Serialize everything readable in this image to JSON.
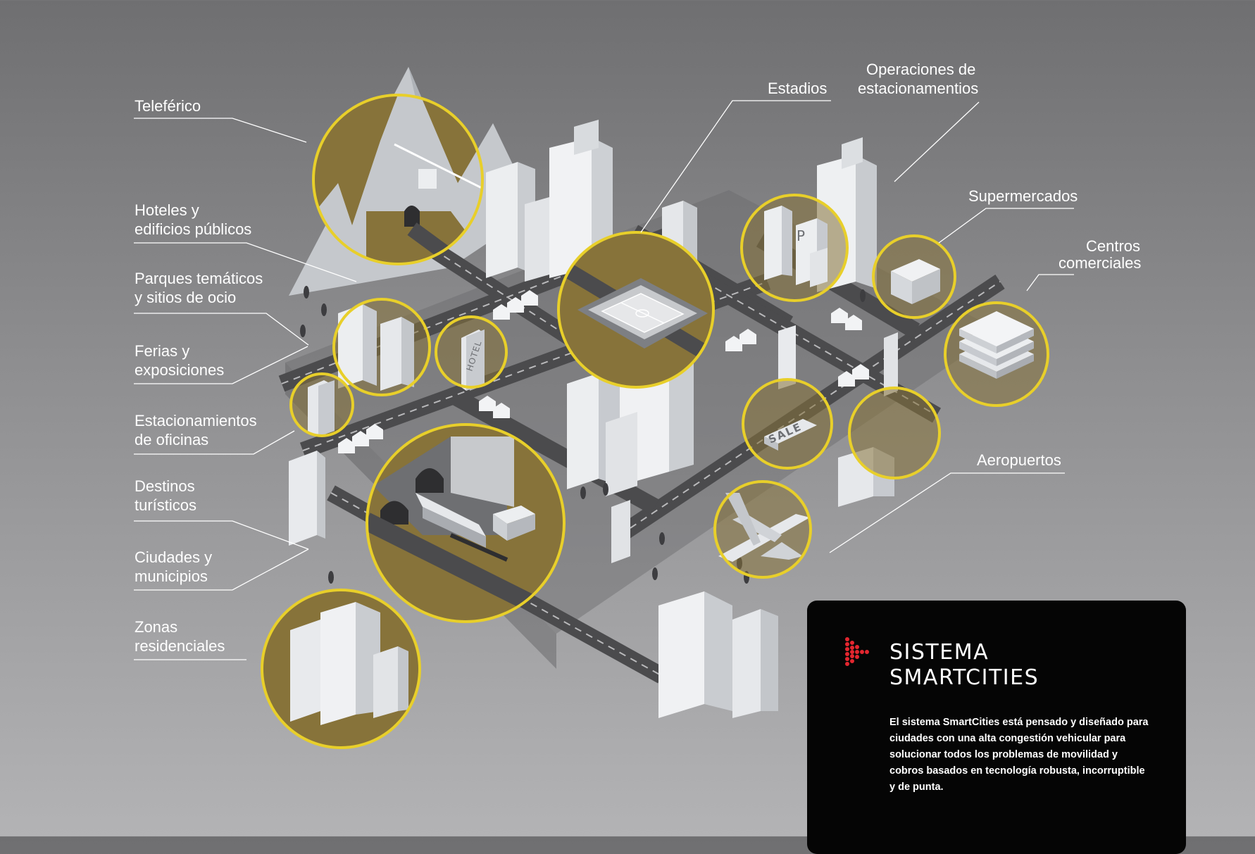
{
  "labels": {
    "teleferico": "Teleférico",
    "hoteles_l1": "Hoteles y",
    "hoteles_l2": "edificios públicos",
    "parques_l1": "Parques temáticos",
    "parques_l2": "y sitios de ocio",
    "ferias_l1": "Ferias y",
    "ferias_l2": "exposiciones",
    "estac_oficinas_l1": "Estacionamientos",
    "estac_oficinas_l2": "de oficinas",
    "destinos_l1": "Destinos",
    "destinos_l2": "turísticos",
    "ciudades_l1": "Ciudades y",
    "ciudades_l2": "municipios",
    "zonas_l1": "Zonas",
    "zonas_l2": "residenciales",
    "estadios": "Estadios",
    "operaciones_l1": "Operaciones de",
    "operaciones_l2": "estacionamentios",
    "supermercados": "Supermercados",
    "centros_l1": "Centros",
    "centros_l2": "comerciales",
    "aeropuertos": "Aeropuertos"
  },
  "scene_text": {
    "hotel_sign": "HOTEL",
    "sale_sign": "SALE",
    "parking_sign": "P"
  },
  "panel": {
    "title_l1": "SISTEMA",
    "title_l2": "SMARTCITIES",
    "description": "El sistema SmartCities está pensado y diseñado para ciudades con una alta congestión vehicular para solucionar todos los problemas de movilidad y cobros basados en tecnología robusta, incorruptible y de punta."
  },
  "colors": {
    "highlight_ring": "#e8cf2a",
    "highlight_fill": "#87733a",
    "brand_red": "#e3262f",
    "panel_bg": "#050505"
  }
}
